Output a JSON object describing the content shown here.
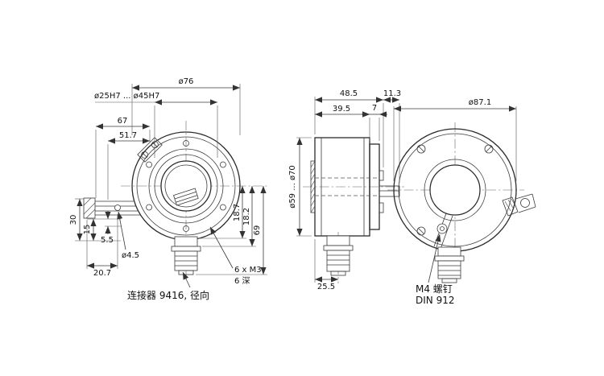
{
  "page": {
    "background": "#ffffff",
    "line_color": "#333333"
  },
  "front_view": {
    "dim_d76": "ø76",
    "dim_bore_range": "ø25H7 ... ø45H7",
    "dim_67": "67",
    "dim_51_7": "51.7",
    "dim_30": "30",
    "dim_15": "15",
    "dim_5_5": "5.5",
    "dim_d4_5": "ø4.5",
    "dim_20_7": "20.7",
    "dim_18_7": "18.7",
    "dim_18_2": "18.2",
    "dim_69": "69",
    "note_m3_line1": "6 x M3",
    "note_m3_line2": "6 深",
    "label_connector": "连接器 9416, 径向"
  },
  "side_view": {
    "dim_48_5": "48.5",
    "dim_39_5": "39.5",
    "dim_7": "7",
    "dim_11_3": "11.3",
    "dim_d59_d70": "ø59 ... ø70",
    "dim_25_5": "25.5"
  },
  "rear_view": {
    "dim_d87_1": "ø87.1",
    "note_m4_line1": "M4 螺钉",
    "note_m4_line2": "DIN 912"
  }
}
